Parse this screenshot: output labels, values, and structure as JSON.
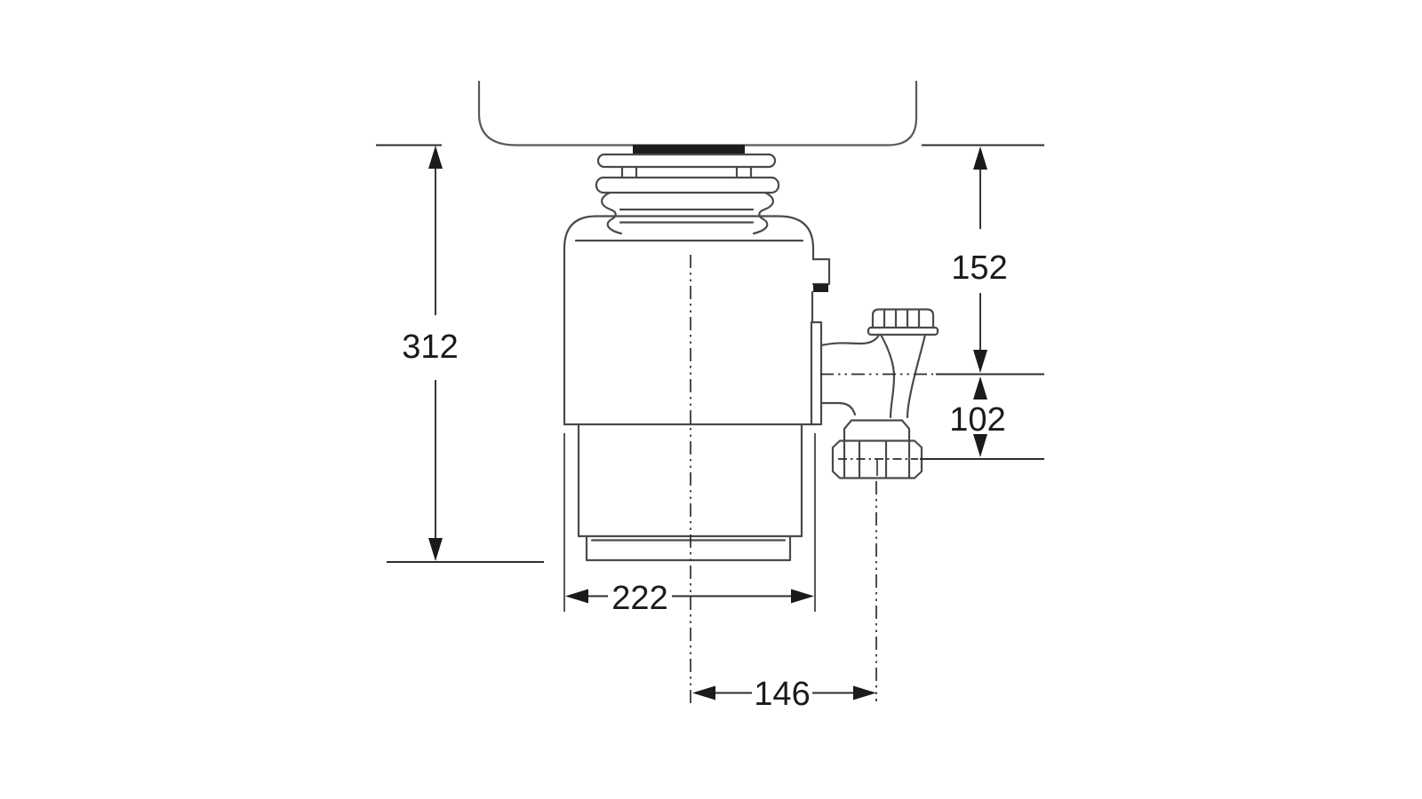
{
  "diagram": {
    "type": "technical-dimension-drawing",
    "subject": "food waste disposer installed under sink, side view with dimension lines",
    "dimensions": {
      "overall_height": "312",
      "sink_base_to_outlet_center": "152",
      "outlet_center_to_trap_center": "102",
      "body_width": "222",
      "body_center_to_outlet_center": "146"
    },
    "colors": {
      "background": "#ffffff",
      "outline": "#4a4a4b",
      "sink_outline": "#58595b",
      "dimension": "#2d2d2d",
      "ink": "#1b1b1b",
      "seal_fill": "#1d1d1e"
    }
  }
}
